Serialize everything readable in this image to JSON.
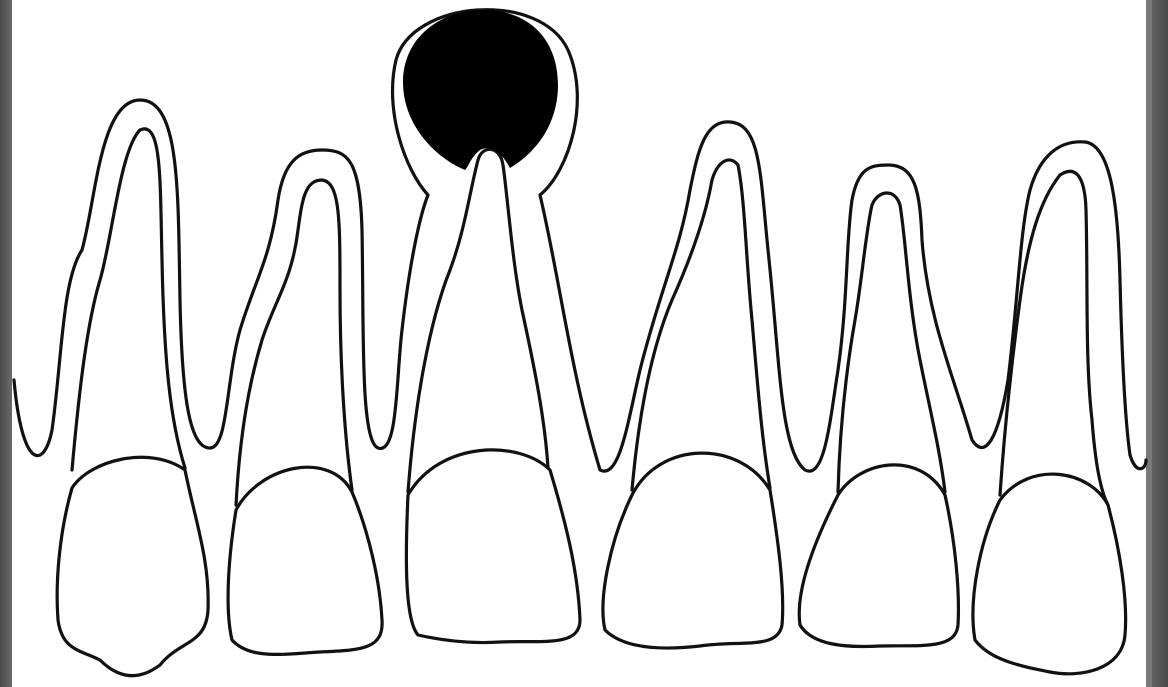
{
  "diagram": {
    "teeth": [
      {
        "id": "tooth-1",
        "has_lesion": false
      },
      {
        "id": "tooth-2",
        "has_lesion": false
      },
      {
        "id": "tooth-3",
        "has_lesion": true
      },
      {
        "id": "tooth-4",
        "has_lesion": false
      },
      {
        "id": "tooth-5",
        "has_lesion": false
      },
      {
        "id": "tooth-6",
        "has_lesion": false
      }
    ],
    "lesion_color": "#000000",
    "line_color": "#111111",
    "background_color": "#ffffff",
    "frame_color": "#5a5a5a"
  }
}
